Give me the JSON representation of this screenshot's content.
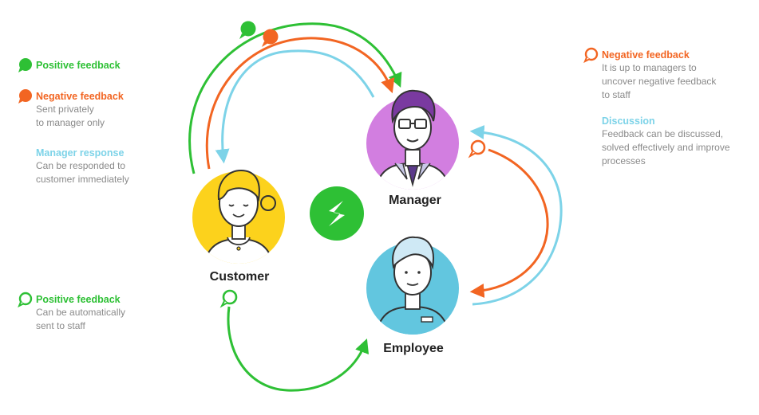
{
  "colors": {
    "green": "#2ec035",
    "orange": "#f26522",
    "blue": "#7dd3e8",
    "manager_bg": "#d27ee0",
    "customer_bg": "#fcd21c",
    "employee_bg": "#62c6df",
    "desc_text": "#8a8a8a"
  },
  "legend_left": [
    {
      "title": "Positive feedback",
      "color": "#2ec035",
      "icon": "filled-speech-bubble-icon",
      "lines": []
    },
    {
      "title": "Negative feedback",
      "color": "#f26522",
      "icon": "filled-speech-bubble-icon",
      "lines": [
        "Sent privately",
        "to manager only"
      ]
    },
    {
      "title": "Manager response",
      "color": "#7dd3e8",
      "icon": "none",
      "lines": [
        "Can be responded to",
        "customer immediately"
      ]
    },
    {
      "title": "Positive feedback",
      "color": "#2ec035",
      "icon": "outline-speech-bubble-icon",
      "lines": [
        "Can be automatically",
        "sent to staff"
      ]
    }
  ],
  "legend_right": [
    {
      "title": "Negative feedback",
      "color": "#f26522",
      "icon": "outline-speech-bubble-icon",
      "lines": [
        "It is up to managers to",
        "uncover negative feedback",
        "to staff"
      ]
    },
    {
      "title": "Discussion",
      "color": "#7dd3e8",
      "icon": "none",
      "lines": [
        "Feedback can be discussed,",
        "solved effectively and improve",
        "processes"
      ]
    }
  ],
  "roles": {
    "manager": "Manager",
    "customer": "Customer",
    "employee": "Employee"
  },
  "logo": {
    "icon": "brand-logo-icon",
    "color": "#2ec035"
  }
}
